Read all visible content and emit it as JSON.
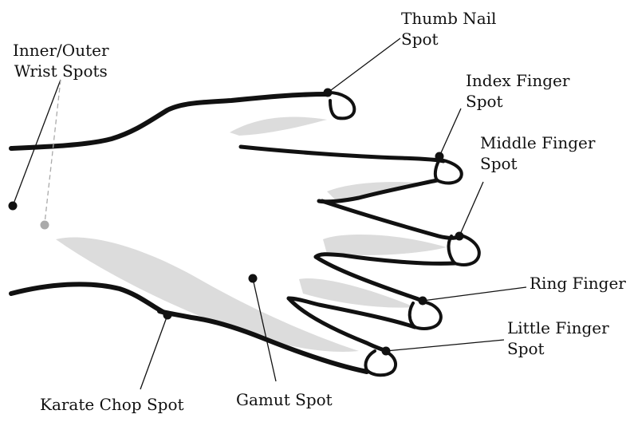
{
  "labels": {
    "thumb_nail": [
      "Thumb Nail",
      "Spot"
    ],
    "wrist": [
      "Inner/Outer",
      "Wrist Spots"
    ],
    "index_finger": [
      "Index Finger",
      "Spot"
    ],
    "middle_finger": [
      "Middle Finger",
      "Spot"
    ],
    "ring_finger": "Ring Finger",
    "little_finger": [
      "Little Finger",
      "Spot"
    ],
    "karate_chop": "Karate Chop Spot",
    "gamut": "Gamut Spot"
  },
  "colors": {
    "ink": "#111111",
    "shade": "#dcdcdc",
    "hidden_point": "#aaaaaa"
  }
}
